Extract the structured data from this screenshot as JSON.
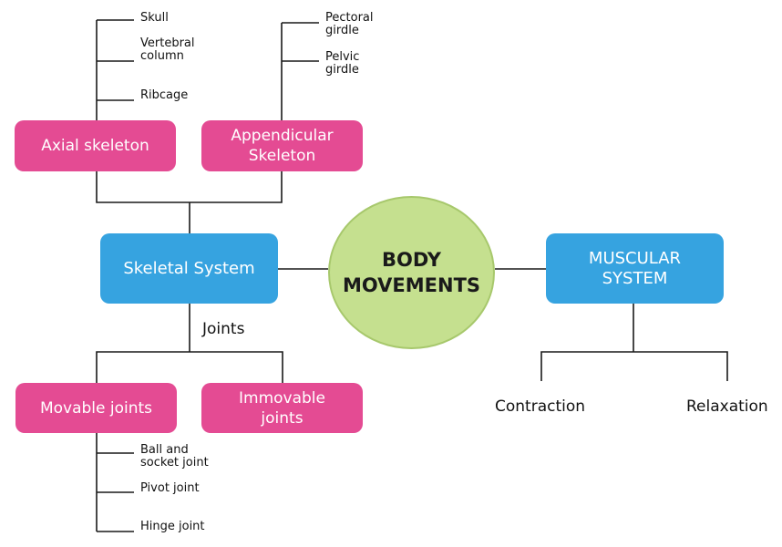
{
  "center": {
    "title": "BODY\nMOVEMENTS"
  },
  "skeletal": {
    "title": "Skeletal System",
    "axial": {
      "title": "Axial skeleton",
      "items": [
        "Skull",
        "Vertebral\ncolumn",
        "Ribcage"
      ]
    },
    "appendicular": {
      "title": "Appendicular\nSkeleton",
      "items": [
        "Pectoral\ngirdle",
        "Pelvic\ngirdle"
      ]
    },
    "joints_label": "Joints",
    "movable": {
      "title": "Movable joints",
      "items": [
        "Ball and\nsocket joint",
        "Pivot joint",
        "Hinge joint"
      ]
    },
    "immovable": {
      "title": "Immovable\njoints"
    }
  },
  "muscular": {
    "title": "MUSCULAR\nSYSTEM",
    "children": [
      "Contraction",
      "Relaxation"
    ]
  },
  "colors": {
    "pink_box": "#e44b93",
    "blue_box": "#36a3e0",
    "center_circle": "#c5e08f",
    "lines": "#1a1a1a"
  }
}
